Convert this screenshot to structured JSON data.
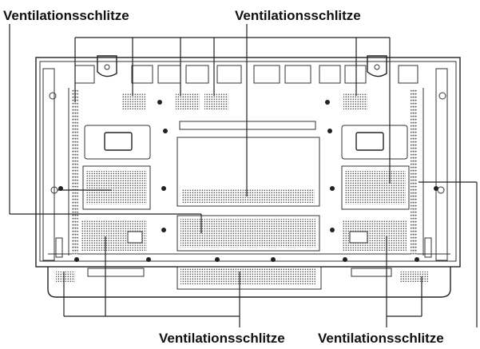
{
  "labels": {
    "top_left": "Ventilationsschlitze",
    "top_center": "Ventilationsschlitze",
    "bottom_left": "Ventilationsschlitze",
    "bottom_right": "Ventilationsschlitze"
  },
  "colors": {
    "line": "#222222",
    "vent": "#555555",
    "background": "#ffffff"
  }
}
